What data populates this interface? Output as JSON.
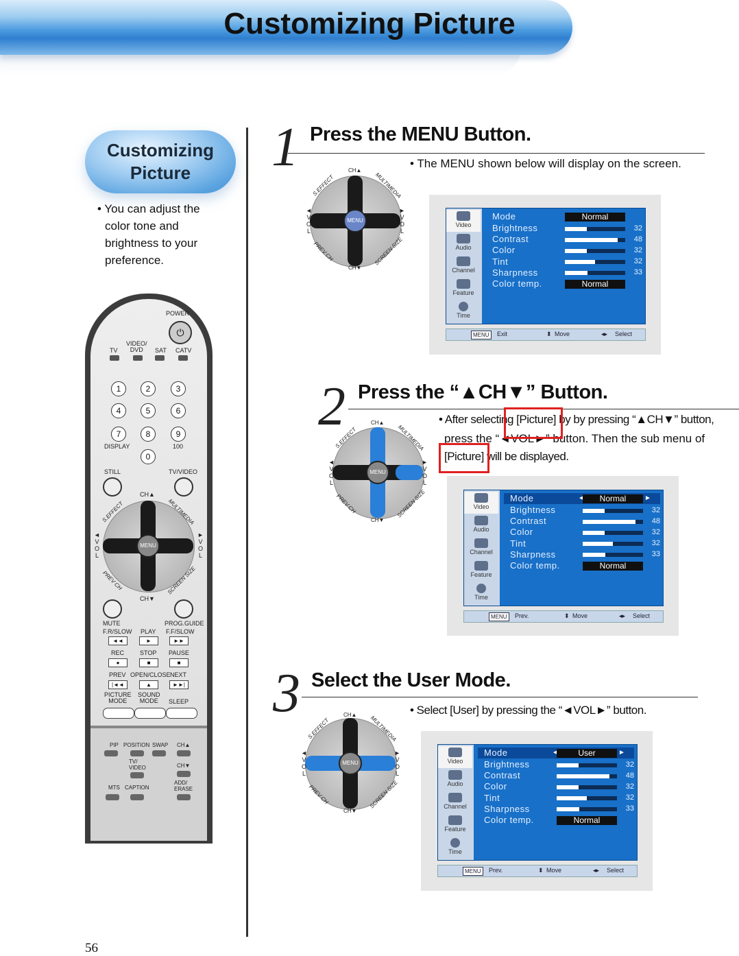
{
  "page": {
    "title": "Customizing Picture",
    "number": "56"
  },
  "sidebar": {
    "title_line1": "Customizing",
    "title_line2": "Picture",
    "desc_line1": "• You can adjust the",
    "desc_line2": "color tone and",
    "desc_line3": "brightness to your",
    "desc_line4": "preference."
  },
  "remote": {
    "power": "POWER",
    "tv": "TV",
    "video_dvd": "VIDEO/\nDVD",
    "sat": "SAT",
    "catv": "CATV",
    "keys": [
      "1",
      "2",
      "3",
      "4",
      "5",
      "6",
      "7",
      "8",
      "9",
      "0"
    ],
    "display": "DISPLAY",
    "k100": "100",
    "still": "STILL",
    "tvvideo": "TV/VIDEO",
    "mute": "MUTE",
    "progguide": "PROG.GUIDE",
    "frslow": "F.R/SLOW",
    "play": "PLAY",
    "ffslow": "F.F/SLOW",
    "rec": "REC",
    "stop": "STOP",
    "pause": "PAUSE",
    "prev": "PREV",
    "openclose": "OPEN/CLOSE",
    "next": "NEXT",
    "picture_mode": "PICTURE\nMODE",
    "sound_mode": "SOUND\nMODE",
    "sleep": "SLEEP",
    "pip": "PIP",
    "position": "POSITION",
    "swap": "SWAP",
    "ch_up": "CH▲",
    "tv_video2": "TV/\nVIDEO",
    "ch_down": "CH▼",
    "mts": "MTS",
    "caption": "CAPTION",
    "add_erase": "ADD/\nERASE"
  },
  "dpad": {
    "ch_up": "CH▲",
    "ch_down": "CH▼",
    "seffect": "S.EFFECT",
    "multimedia": "MULTIMEDIA",
    "prevch": "PREV CH",
    "screensize": "SCREEN SIZE",
    "menu": "MENU",
    "vol_left": "◄\nV\nO\nL",
    "vol_right": "►\nV\nO\nL"
  },
  "steps": [
    {
      "num": "1",
      "title": "Press the MENU Button.",
      "desc": "• The MENU shown below will display on the screen."
    },
    {
      "num": "2",
      "title": "Press the “▲CH▼” Button.",
      "desc_line1": "• After selecting [Picture] by by pressing “▲CH▼” button,",
      "desc_line2": "press the “◄VOL►” button. Then the sub menu of",
      "desc_line3": "[Picture] will be displayed."
    },
    {
      "num": "3",
      "title": "Select the User Mode.",
      "desc": "• Select [User] by pressing the “◄VOL►” button."
    }
  ],
  "osd": {
    "tabs": [
      "Video",
      "Audio",
      "Channel",
      "Feature",
      "Time"
    ],
    "labels": [
      "Mode",
      "Brightness",
      "Contrast",
      "Color",
      "Tint",
      "Sharpness",
      "Color  temp."
    ],
    "values": [
      "32",
      "48",
      "32",
      "32",
      "33"
    ],
    "bar_fraction": [
      0.36,
      0.88,
      0.36,
      0.5,
      0.38
    ],
    "footer_move": "Move",
    "footer_select": "Select",
    "menu_tag": "MENU",
    "screen1": {
      "mode": "Normal",
      "colortemp": "Normal",
      "footer_action": "Exit"
    },
    "screen2": {
      "mode": "Normal",
      "colortemp": "Normal",
      "footer_action": "Prev."
    },
    "screen3": {
      "mode": "User",
      "colortemp": "Normal",
      "footer_action": "Prev."
    }
  }
}
